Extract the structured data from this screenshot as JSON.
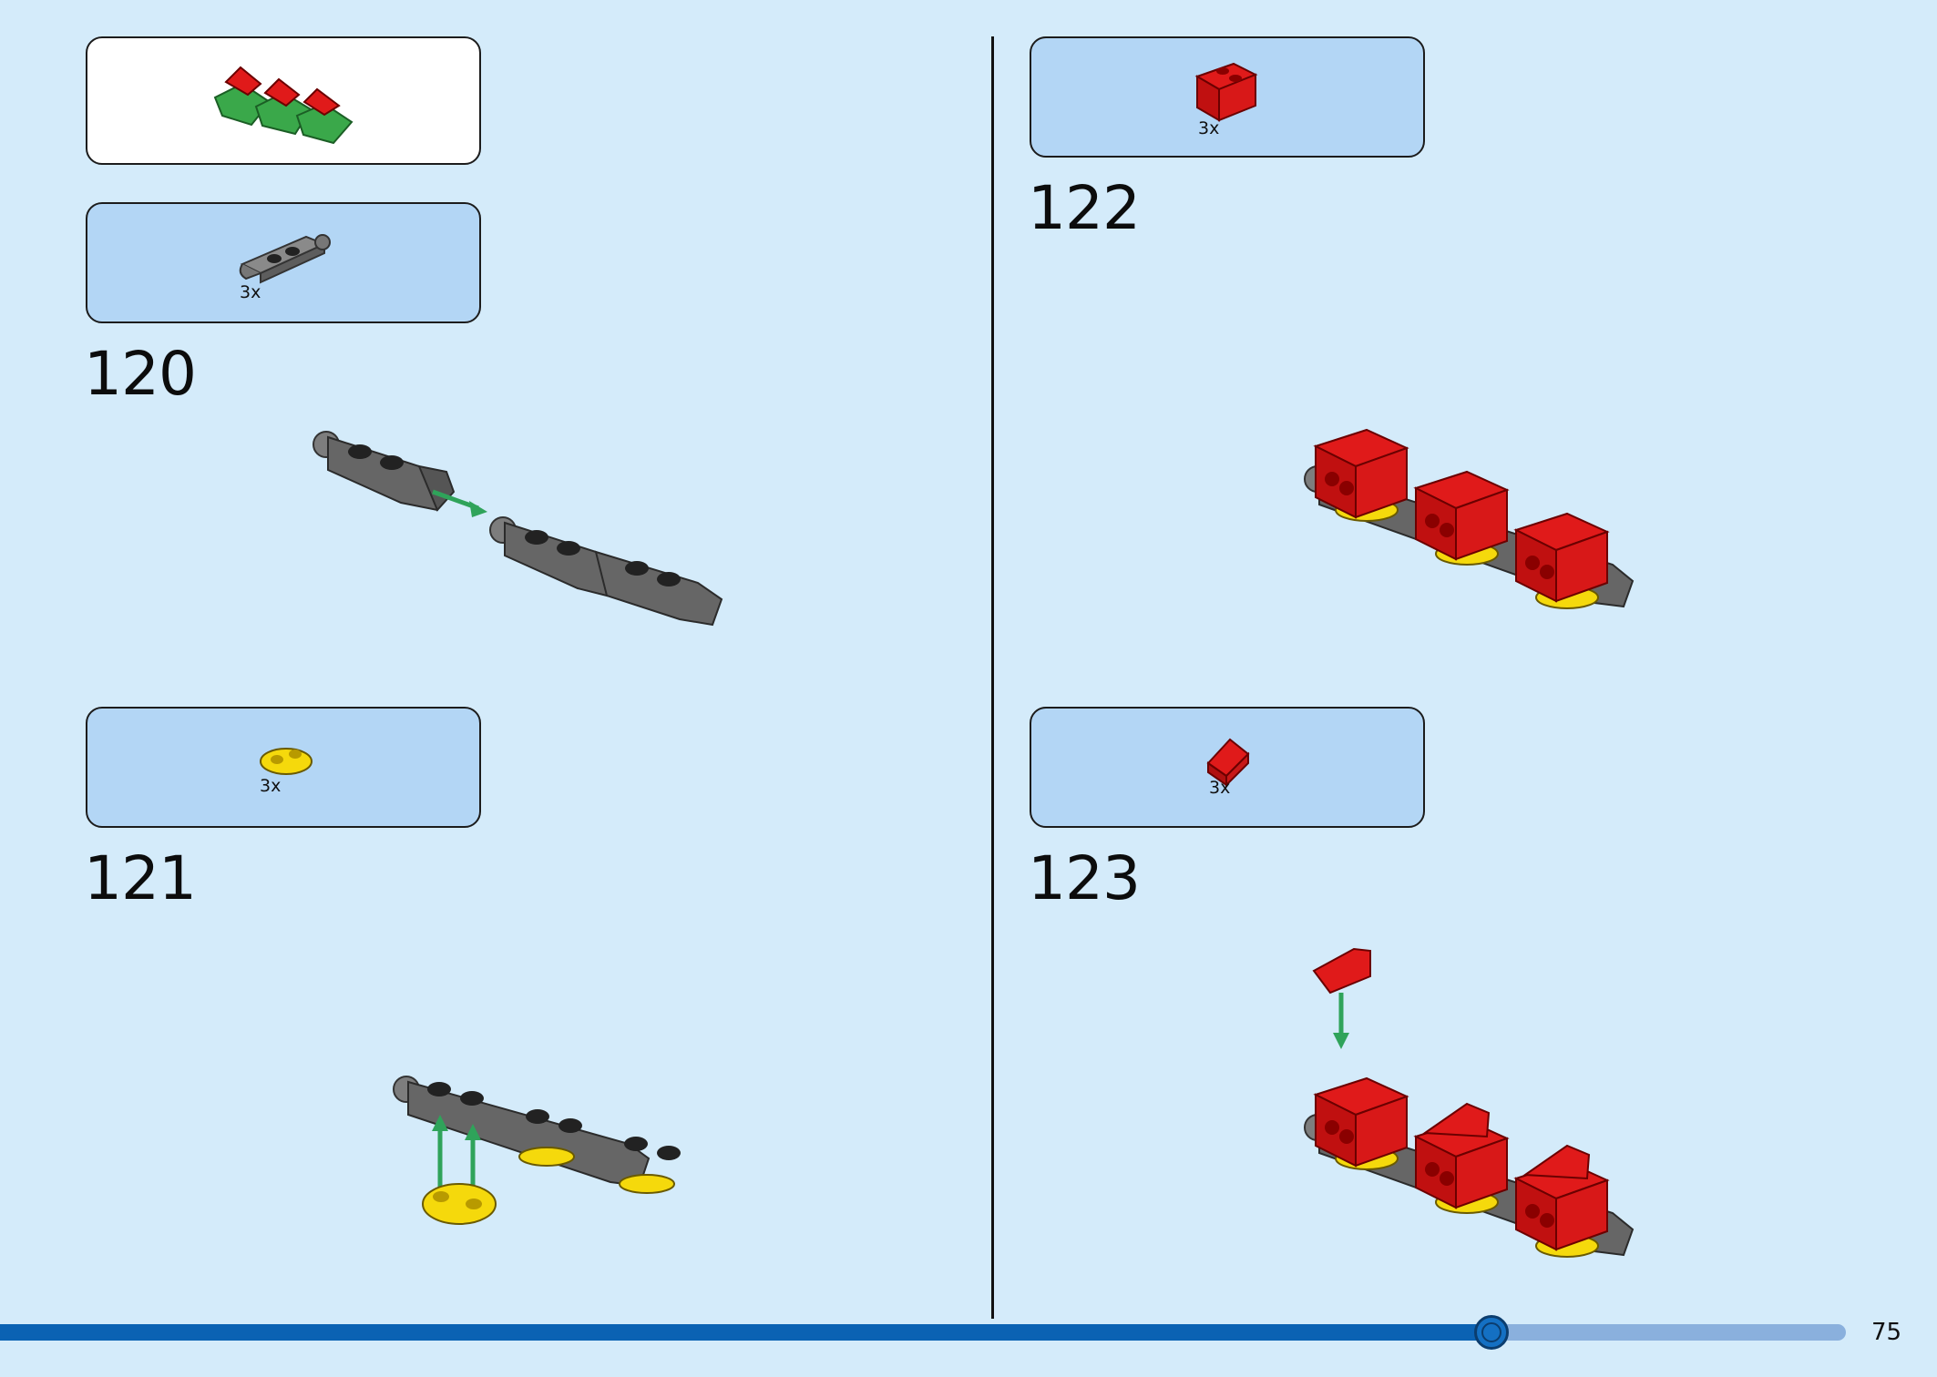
{
  "left_page": {
    "submodel_callout": {
      "label": ""
    },
    "step_120": {
      "number": "120",
      "part_qty": "3x",
      "part_icon": "grey-plate-with-clip-icon"
    },
    "step_121": {
      "number": "121",
      "part_qty": "3x",
      "part_icon": "yellow-plate-1x2-icon"
    }
  },
  "right_page": {
    "step_122": {
      "number": "122",
      "part_qty": "3x",
      "part_icon": "red-brick-with-studs-icon"
    },
    "step_123": {
      "number": "123",
      "part_qty": "3x",
      "part_icon": "red-slope-icon"
    }
  },
  "footer": {
    "page_number": "75",
    "progress": 0.808
  },
  "colors": {
    "background": "#d4ebfa",
    "parts_box": "#b3d6f5",
    "progress_fill": "#0b62b3",
    "progress_track": "#8ab0dd",
    "arrow": "#2fa35a",
    "brick_red": "#e01a1a",
    "brick_dark_grey": "#555555",
    "brick_black": "#222222",
    "brick_yellow": "#f5d90c",
    "brick_green": "#3aa84a"
  }
}
